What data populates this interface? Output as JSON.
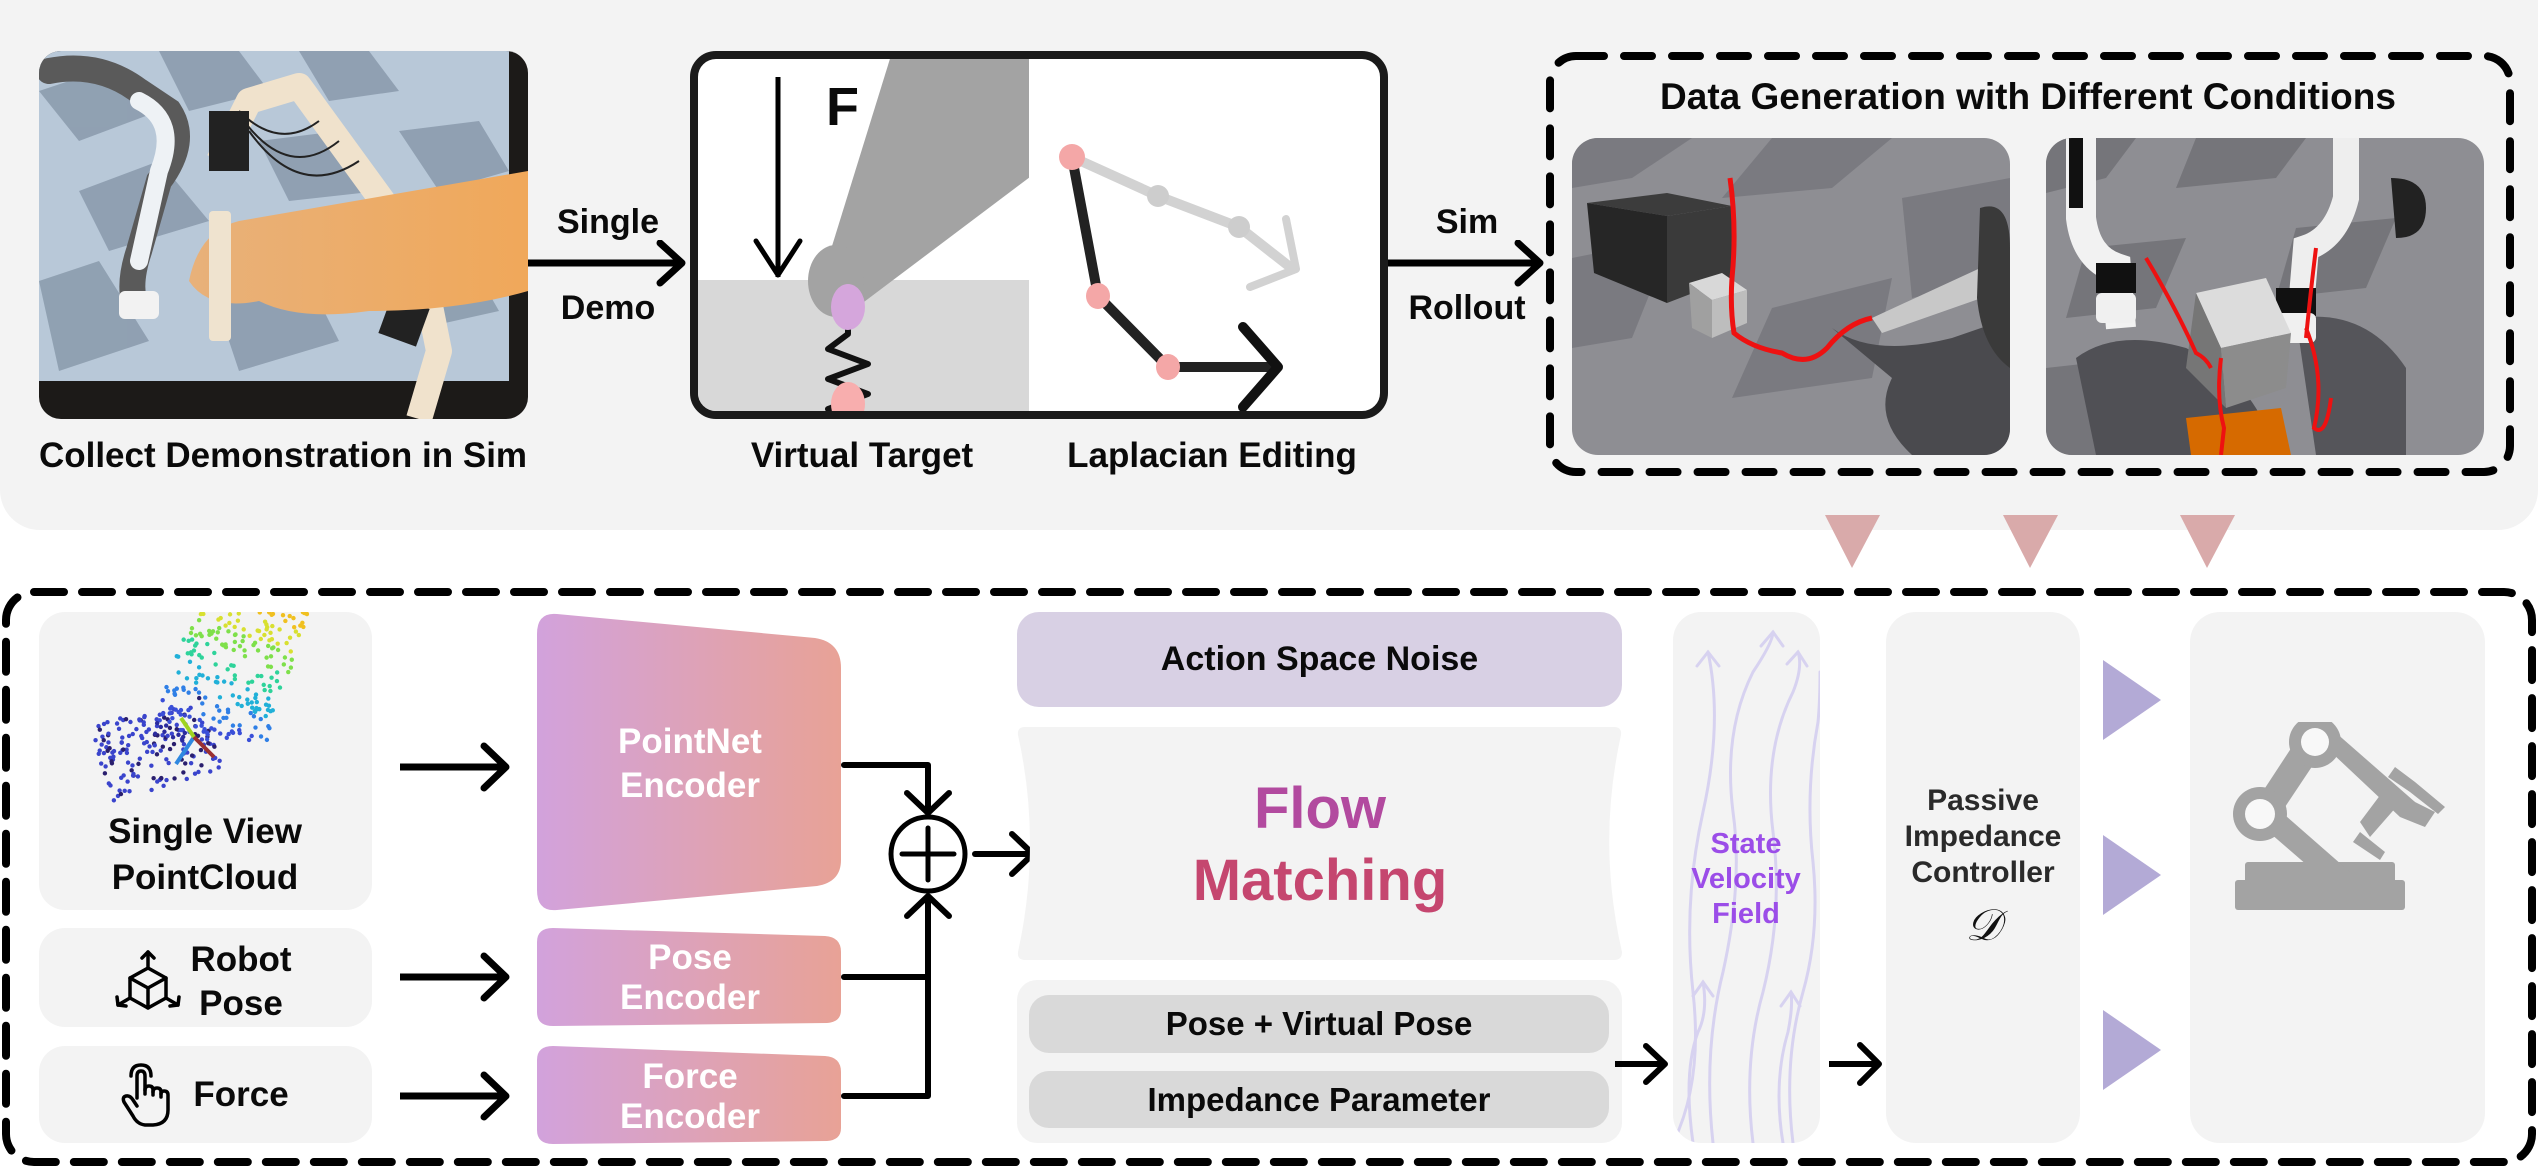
{
  "top_section": {
    "collect_demo": {
      "caption": "Collect Demonstration in Sim",
      "photo_icon": "teleoperation-photo"
    },
    "arrow_single_demo": {
      "top": "Single",
      "bottom": "Demo"
    },
    "virtual_target_panel": {
      "force_label": "F",
      "left_caption": "Virtual Target",
      "right_caption": "Laplacian Editing"
    },
    "arrow_sim_rollout": {
      "top": "Sim",
      "bottom": "Rollout"
    },
    "data_generation": {
      "title": "Data Generation with Different Conditions",
      "images": [
        "sim-scene-box-push",
        "sim-scene-dual-arm"
      ]
    }
  },
  "bottom_section": {
    "inputs": [
      {
        "id": "pointcloud",
        "label_line1": "Single View",
        "label_line2": "PointCloud",
        "icon": "pointcloud-icon"
      },
      {
        "id": "robot_pose",
        "label_line1": "Robot",
        "label_line2": "Pose",
        "icon": "cube-axes-icon"
      },
      {
        "id": "force",
        "label_line1": "Force",
        "label_line2": "",
        "icon": "hand-pointer-icon"
      }
    ],
    "encoders": [
      {
        "line1": "PointNet",
        "line2": "Encoder"
      },
      {
        "line1": "Pose",
        "line2": "Encoder"
      },
      {
        "line1": "Force",
        "line2": "Encoder"
      }
    ],
    "fusion_symbol": "⊕",
    "action_space_noise": "Action Space Noise",
    "flow_matching": {
      "line1": "Flow",
      "line2": "Matching"
    },
    "outputs": [
      "Pose + Virtual Pose",
      "Impedance Parameter"
    ],
    "velocity_field": {
      "line1": "State",
      "line2": "Velocity",
      "line3": "Field"
    },
    "controller": {
      "line1": "Passive",
      "line2": "Impedance",
      "line3": "Controller",
      "symbol": "𝒟"
    },
    "robot_icon": "robot-arm-icon"
  },
  "colors": {
    "panel_bg": "#f3f3f3",
    "encoder_gradient_start": "#d2a2dc",
    "encoder_gradient_end": "#e8a296",
    "noise_bg": "#d8d0e4",
    "flow_text_top": "#b04aa0",
    "flow_text_bottom": "#c8456e",
    "velocity_text": "#9b4de8",
    "pink_triangle": "#d9aaaa",
    "purple_triangle": "#b3aad6",
    "trajectory_red": "#ee1111",
    "robot_gray": "#a3a3a3"
  }
}
